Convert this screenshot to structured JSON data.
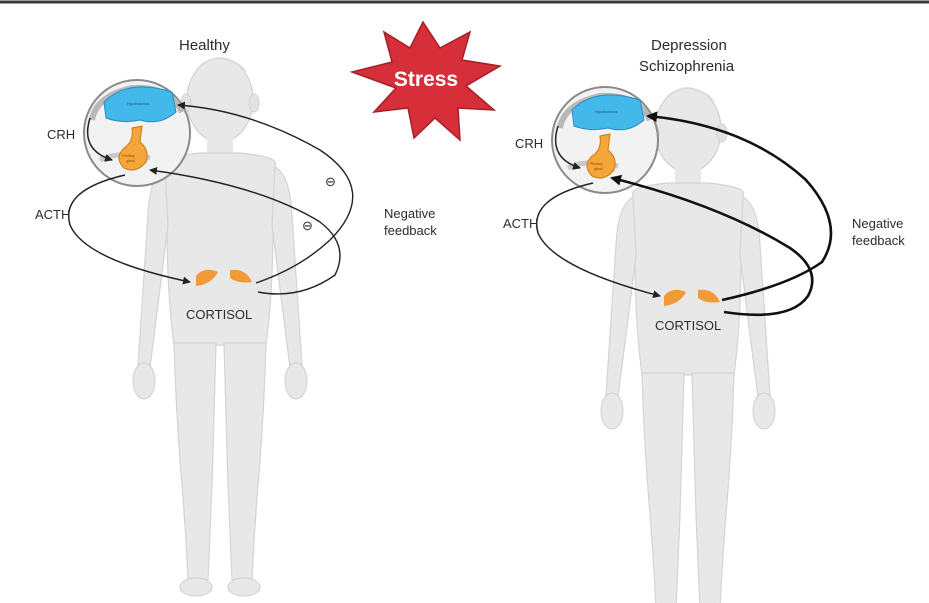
{
  "stress_label": "Stress",
  "panels": {
    "healthy": {
      "title": "Healthy",
      "crh": "CRH",
      "acth": "ACTH",
      "cortisol": "CORTISOL",
      "feedback_1": "Negative",
      "feedback_2": "feedback",
      "inhibit_1": "⊖",
      "inhibit_2": "⊖",
      "hypothalamus": "Hypothalamus",
      "pituitary_1": "Pituitary",
      "pituitary_2": "gland"
    },
    "disease": {
      "title_1": "Depression",
      "title_2": "Schizophrenia",
      "crh": "CRH",
      "acth": "ACTH",
      "cortisol": "CORTISOL",
      "feedback_1": "Negative",
      "feedback_2": "feedback",
      "hypothalamus": "Hypothalamus",
      "pituitary_1": "Pituitary",
      "pituitary_2": "gland"
    }
  },
  "colors": {
    "stress_burst": "#d62f3a",
    "hypothalamus": "#43b8ea",
    "pituitary": "#f5a63a",
    "adrenal": "#f29a3a",
    "body": "#e8e8e8"
  }
}
